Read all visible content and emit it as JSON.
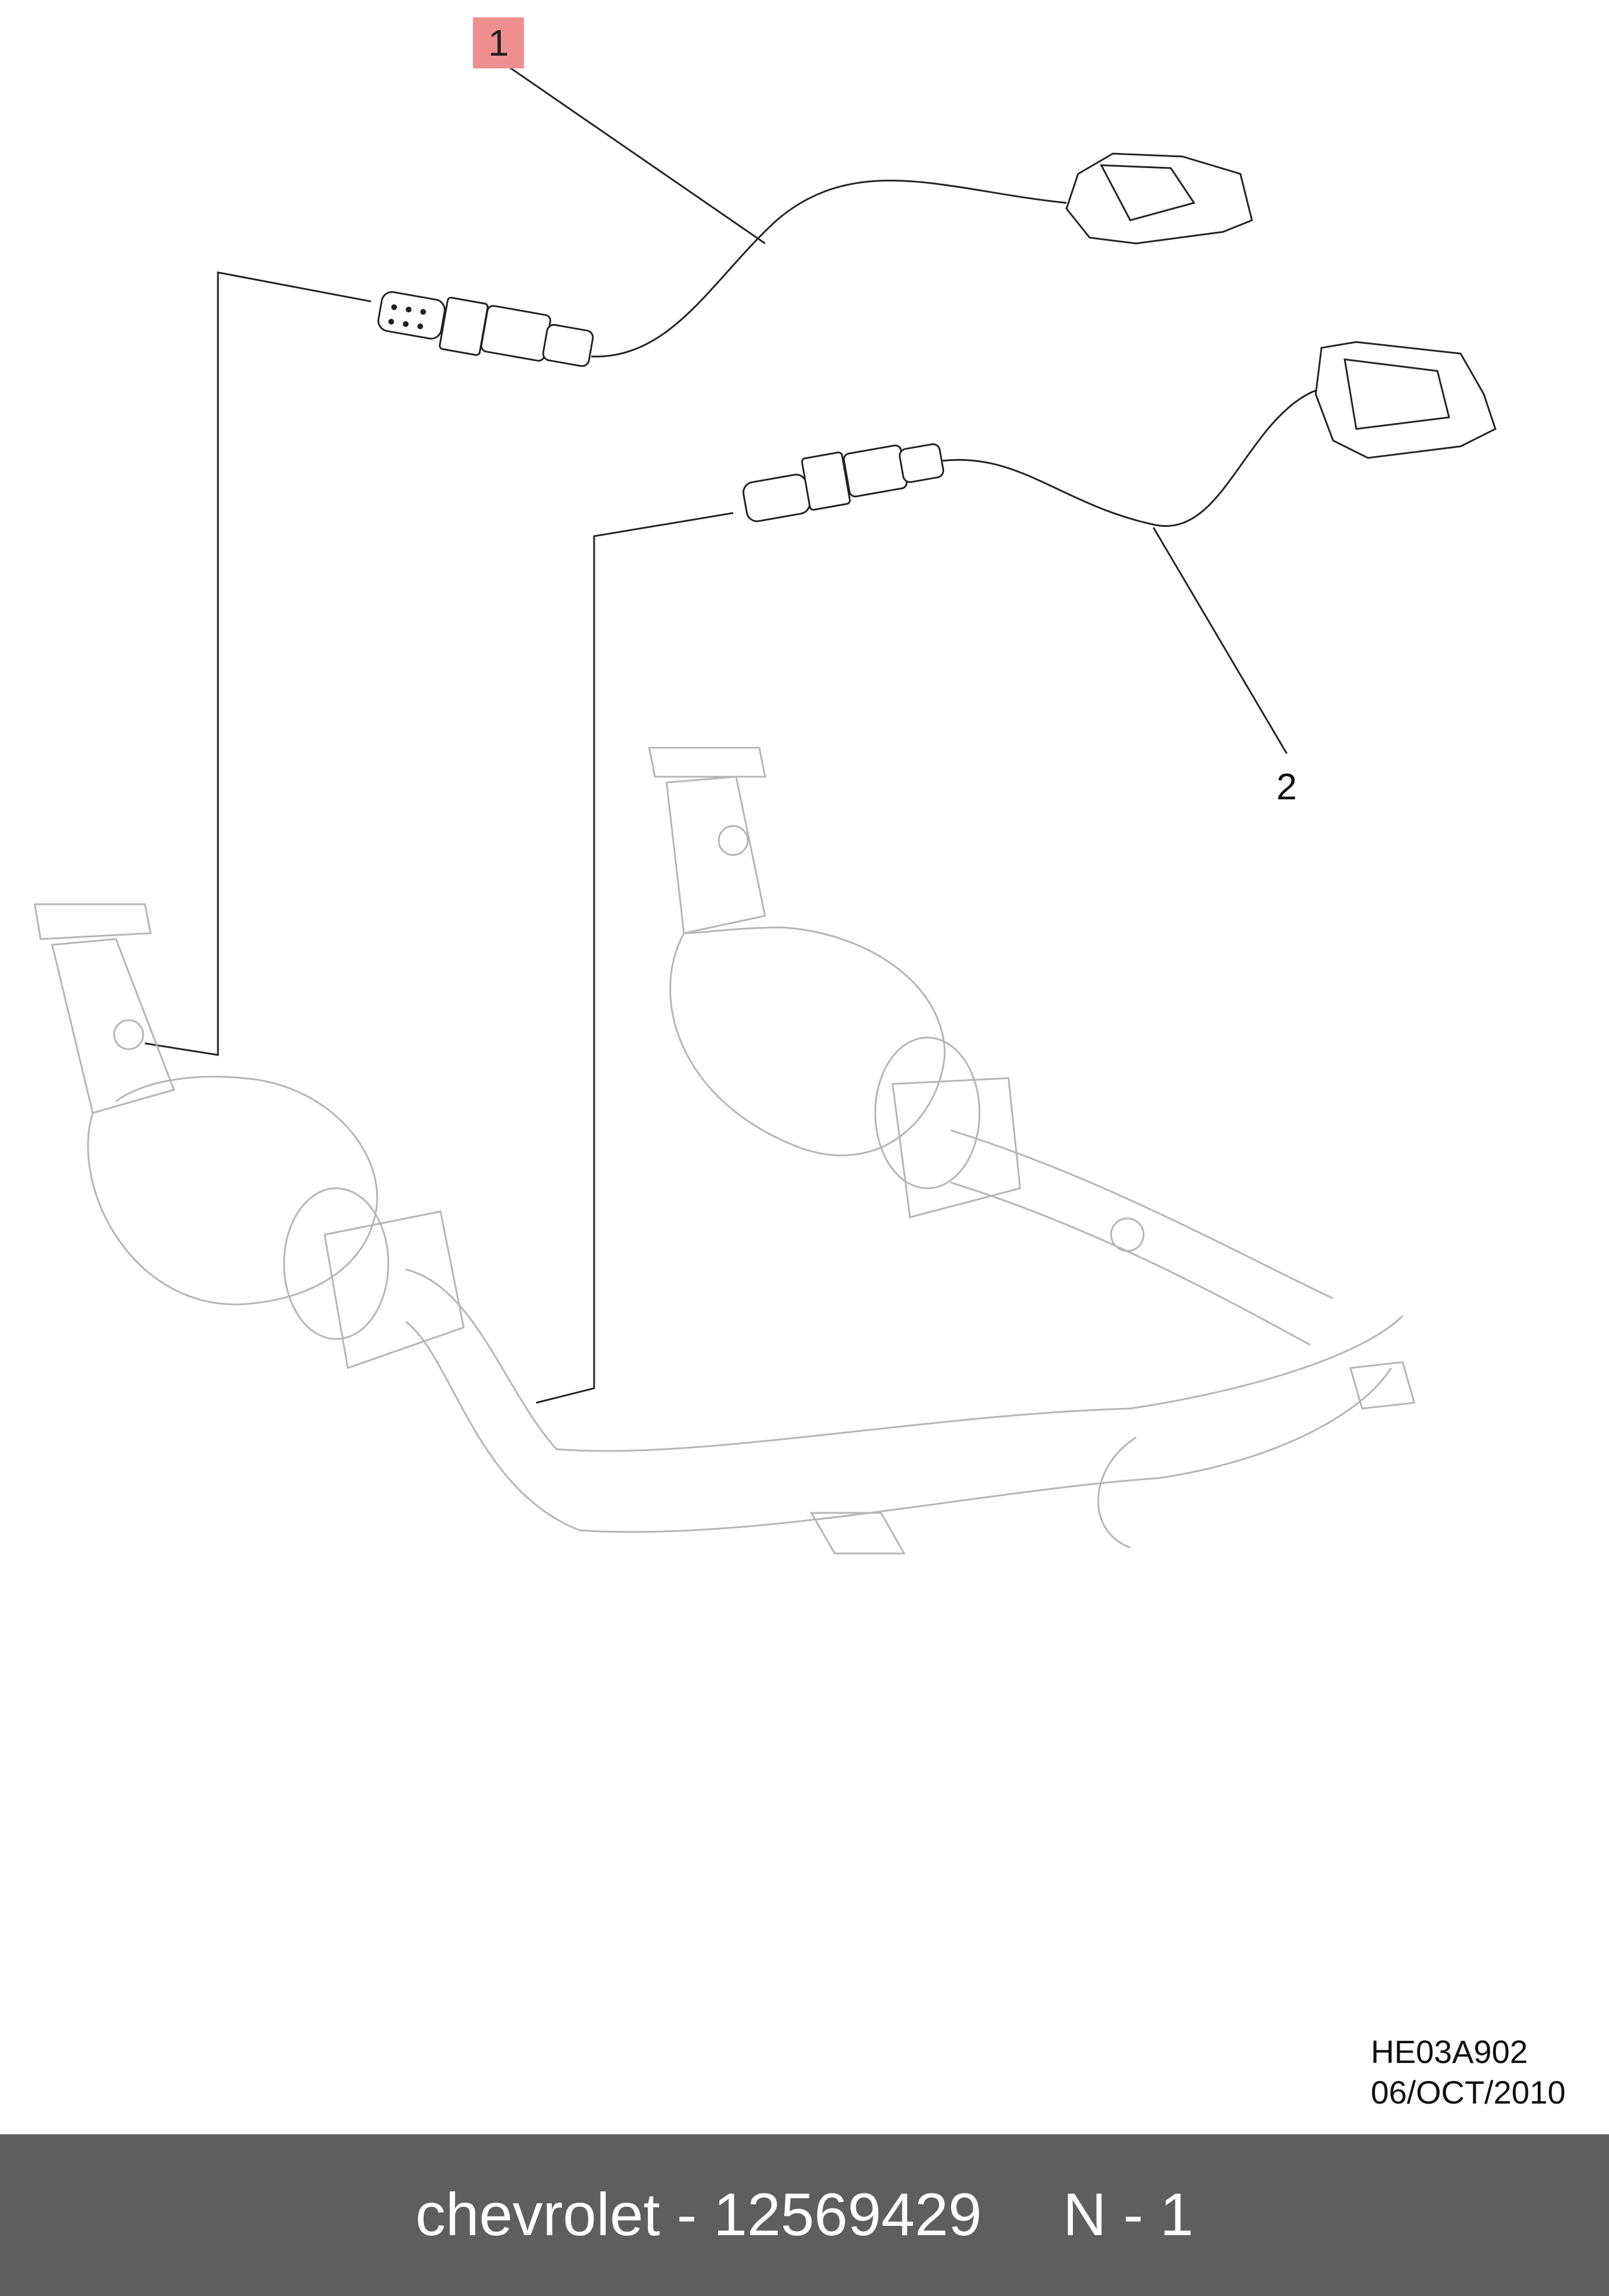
{
  "callouts": {
    "part1": "1",
    "part2": "2"
  },
  "drawing": {
    "code": "HE03A902",
    "date": "06/OCT/2010"
  },
  "footer": {
    "brand_part": "chevrolet - 12569429",
    "quantity": "N - 1"
  },
  "colors": {
    "callout_highlight": "#f08f8f",
    "footer_bg": "#5e5e5e",
    "line": "#222222",
    "faint_line": "#b5b5b5"
  }
}
